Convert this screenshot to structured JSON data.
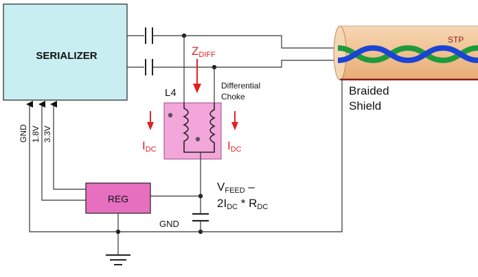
{
  "blocks": {
    "serializer": "SERIALIZER",
    "reg": "REG",
    "inductor": "L4"
  },
  "supply_labels": {
    "gnd": "GND",
    "v18": "1.8V",
    "v33": "3.3V"
  },
  "labels": {
    "zdiff_main": "Z",
    "zdiff_sub": "DIFF",
    "choke_line1": "Differential",
    "choke_line2": "Choke",
    "idc_main": "I",
    "idc_sub": "DC",
    "vfeed_main": "V",
    "vfeed_sub": "FEED",
    "vfeed_dash": " –",
    "formula_a": "2I",
    "formula_sub1": "DC",
    "formula_b": " * R",
    "formula_sub2": "DC",
    "gnd_bottom": "GND",
    "braided_line1": "Braided",
    "braided_line2": "Shield",
    "stp": "STP"
  },
  "colors": {
    "serializer_fill": "#c8eef2",
    "reg_fill": "#e66fc0",
    "choke_fill": "#f2a6da",
    "cable_fill": "#f3c9a0",
    "strand_green": "#1e9a3c",
    "strand_blue": "#1a44d6",
    "arrow_red": "#e02020"
  }
}
